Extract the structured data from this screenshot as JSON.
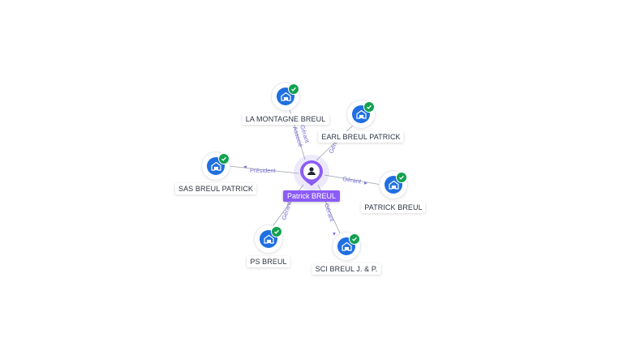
{
  "center": {
    "name": "Patrick BREUL",
    "icon": "person-icon",
    "color": "#8b5cf6"
  },
  "nodes": [
    {
      "name": "LA MONTAGNE BREUL",
      "icon": "company-icon",
      "verified": true
    },
    {
      "name": "EARL BREUL PATRICK",
      "icon": "company-icon",
      "verified": true
    },
    {
      "name": "SAS BREUL PATRICK",
      "icon": "company-icon",
      "verified": true
    },
    {
      "name": "PATRICK BREUL",
      "icon": "company-icon",
      "verified": true
    },
    {
      "name": "PS BREUL",
      "icon": "company-icon",
      "verified": true
    },
    {
      "name": "SCI BREUL J. & P.",
      "icon": "company-icon",
      "verified": true
    }
  ],
  "edges": [
    {
      "target": "LA MONTAGNE BREUL",
      "labels": [
        "Gérant",
        "Associé"
      ]
    },
    {
      "target": "EARL BREUL PATRICK",
      "labels": [
        "Gérant"
      ]
    },
    {
      "target": "SAS BREUL PATRICK",
      "labels": [
        "Président"
      ]
    },
    {
      "target": "PATRICK BREUL",
      "labels": [
        "Gérant"
      ]
    },
    {
      "target": "PS BREUL",
      "labels": [
        "Gérant"
      ]
    },
    {
      "target": "SCI BREUL J. & P.",
      "labels": [
        "Gérant"
      ]
    }
  ],
  "colors": {
    "company_node": "#1f6fe0",
    "verified_badge": "#12a150",
    "edge_label": "#7b6fd6",
    "center_node": "#8b5cf6"
  }
}
